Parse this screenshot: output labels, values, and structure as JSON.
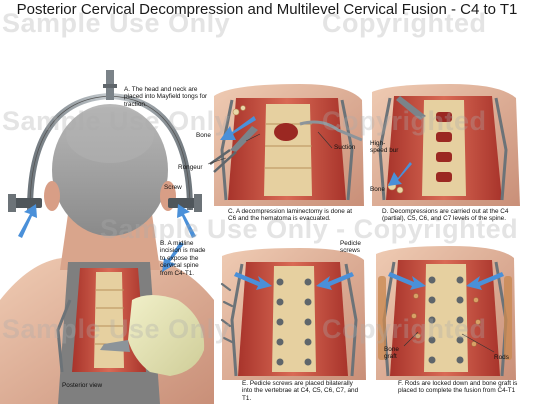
{
  "title": "Posterior Cervical Decompression and Multilevel Cervical Fusion - C4 to T1",
  "watermark": {
    "sample_text": "Sample Use Only",
    "copyright_text": "Copyrighted",
    "combined_text": "Sample Use Only - Copyrighted"
  },
  "steps": {
    "a": "A.  The head and neck are placed into Mayfield tongs for traction.",
    "b": "B.  A midline incision is made to expose the cervical spine from C4-T1.",
    "c": "C.  A decompression laminectomy is done at C6 and the hematoma is evacuated.",
    "d": "D.  Decompressions are carried out at the C4 (partial), C5, C6, and C7 levels of the spine.",
    "e": "E.  Pedicle screws are placed bilaterally into the vertebrae at C4, C5, C6, C7, and T1.",
    "f": "F.  Rods are locked down and bone graft is placed to complete the fusion from C4-T1"
  },
  "labels": {
    "screw": "Screw",
    "posterior_view": "Posterior view",
    "bone": "Bone",
    "rongeur": "Rongeur",
    "suction": "Suction",
    "high_speed_bur": "High-speed bur",
    "bone_d": "Bone",
    "pedicle_screws": "Pedicle screws",
    "bone_graft": "Bone graft",
    "rods": "Rods"
  },
  "colors": {
    "skin": "#e3b89c",
    "skin_shadow": "#c9907a",
    "tissue_red": "#c0463a",
    "bone": "#e9d7a8",
    "metal": "#8c949a",
    "arrow": "#4a90d9",
    "hair": "#9a9a9a"
  }
}
